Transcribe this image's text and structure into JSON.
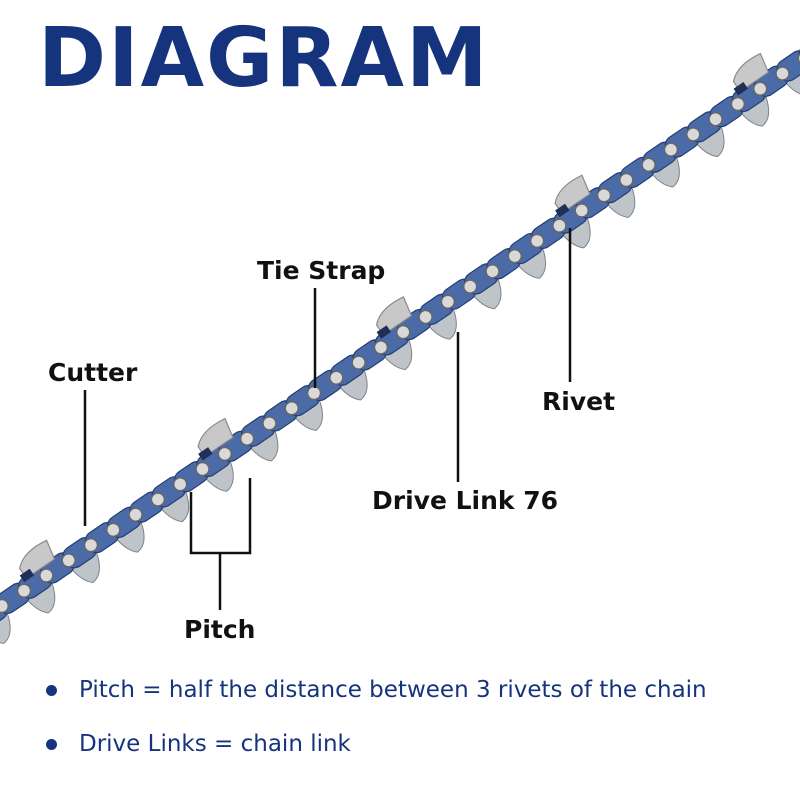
{
  "title": "DIAGRAM",
  "labels": {
    "tie_strap": "Tie Strap",
    "cutter": "Cutter",
    "rivet": "Rivet",
    "drive_link": "Drive Link 76",
    "pitch": "Pitch"
  },
  "notes": [
    "Pitch = half the distance between 3 rivets of the chain",
    "Drive Links = chain link"
  ],
  "colors": {
    "title": "#16347e",
    "link_plate": "#4a6aa8",
    "rivet": "#d9d9d9",
    "cutter": "#c8c8c8",
    "drive_tooth": "#bfc4c9",
    "leader_line": "#111111"
  }
}
